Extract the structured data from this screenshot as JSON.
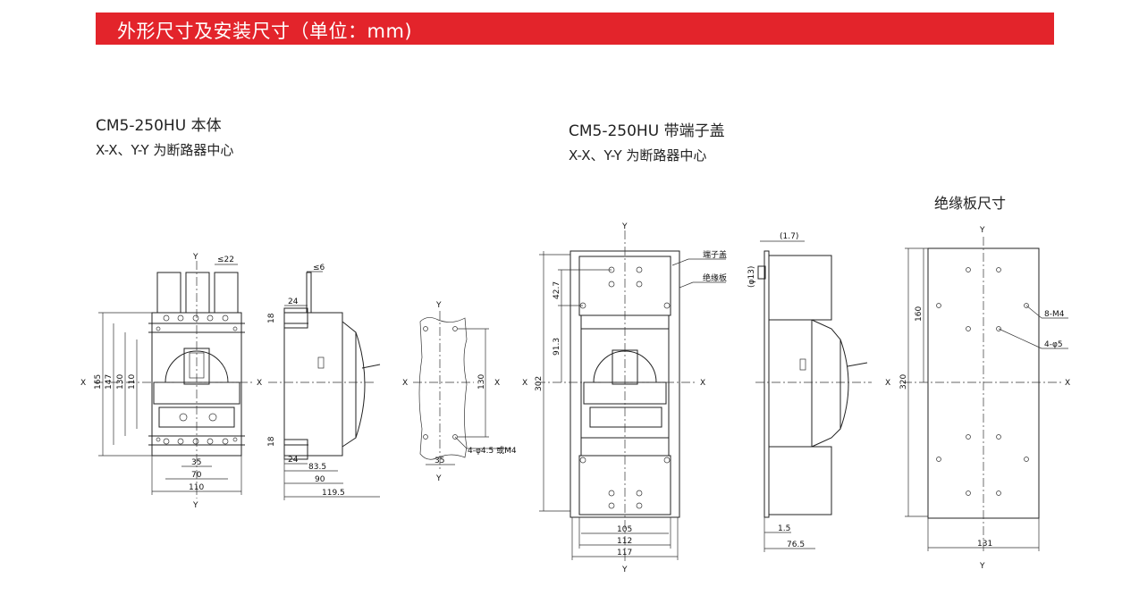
{
  "header": {
    "title": "外形尺寸及安装尺寸（单位：mm)"
  },
  "section1": {
    "title": "CM5-250HU 本体",
    "subtitle": "X-X、Y-Y 为断路器中心"
  },
  "section2": {
    "title": "CM5-250HU 带端子盖",
    "subtitle": "X-X、Y-Y 为断路器中心"
  },
  "insulation": {
    "title": "绝缘板尺寸"
  },
  "axes": {
    "x": "X",
    "y": "Y"
  },
  "drawing1_front": {
    "top_dim": "≤22",
    "heights": [
      "165",
      "147",
      "130",
      "110"
    ],
    "widths": [
      "35",
      "70",
      "110"
    ]
  },
  "drawing1_side": {
    "top_dim": "≤6",
    "dims": [
      "24",
      "18",
      "18",
      "24",
      "83.5",
      "90",
      "119.5"
    ]
  },
  "drawing1_mount": {
    "height": "130",
    "width": "35",
    "holes": "4-φ4.5 或M4"
  },
  "drawing2_front": {
    "heights": [
      "302",
      "42.7",
      "91.3"
    ],
    "widths": [
      "105",
      "112",
      "117"
    ],
    "labels": [
      "端子盖",
      "绝缘板"
    ]
  },
  "drawing2_side": {
    "dims": [
      "(1.7)",
      "(φ13)",
      "1.5",
      "76.5"
    ]
  },
  "drawing3_plate": {
    "heights": [
      "320",
      "160"
    ],
    "width": "131",
    "holes1": "8-M4",
    "holes2": "4-φ5"
  }
}
